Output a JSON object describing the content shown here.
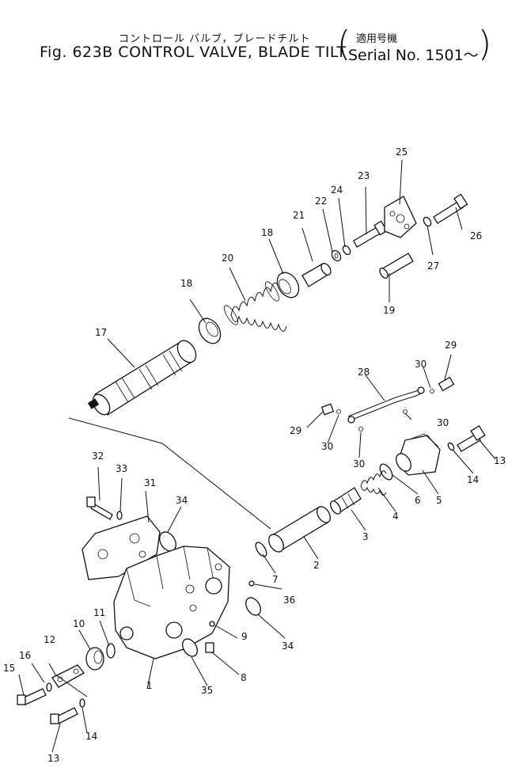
{
  "title": {
    "japanese": "コントロール バルブ，ブレードチルト",
    "main": "Fig. 623B CONTROL VALVE, BLADE TILT",
    "applicability_japanese": "適用号機",
    "serial": "Serial No. 1501～"
  },
  "callouts": {
    "c1": "1",
    "c2": "2",
    "c3": "3",
    "c4": "4",
    "c5": "5",
    "c6": "6",
    "c7": "7",
    "c8": "8",
    "c9": "9",
    "c10": "10",
    "c11": "11",
    "c12": "12",
    "c13a": "13",
    "c13b": "13",
    "c14a": "14",
    "c14b": "14",
    "c15": "15",
    "c16": "16",
    "c17": "17",
    "c18a": "18",
    "c18b": "18",
    "c19": "19",
    "c20": "20",
    "c21": "21",
    "c22": "22",
    "c23": "23",
    "c24": "24",
    "c25": "25",
    "c26": "26",
    "c27": "27",
    "c28": "28",
    "c29a": "29",
    "c29b": "29",
    "c30a": "30",
    "c30b": "30",
    "c30c": "30",
    "c30d": "30",
    "c31": "31",
    "c32": "32",
    "c33": "33",
    "c34a": "34",
    "c34b": "34",
    "c35": "35",
    "c36": "36"
  }
}
